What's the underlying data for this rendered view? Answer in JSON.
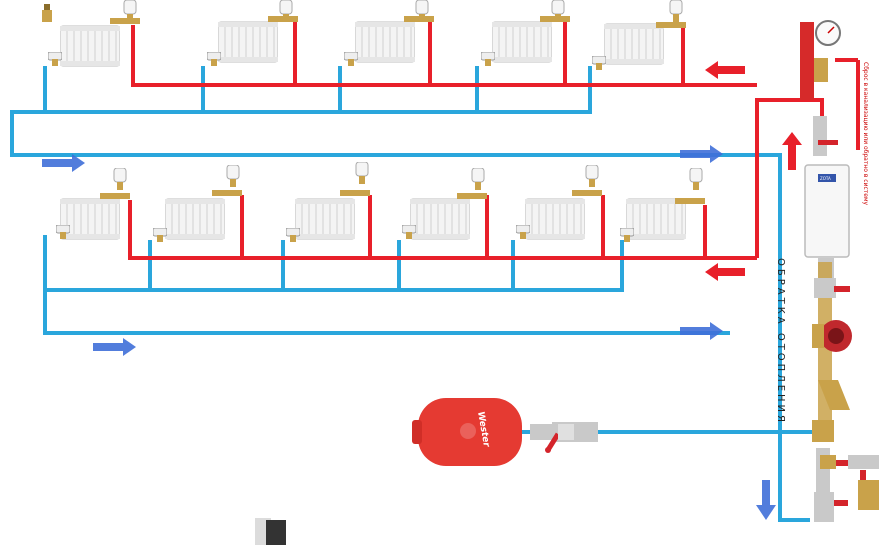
{
  "colors": {
    "supply": "#e8202a",
    "return": "#2aa6dc",
    "arrow_blue": "#3f6fd8",
    "arrow_red": "#e8202a",
    "radiator": "#f2f2f2",
    "brass": "#c9a24a",
    "tank": "#e53a32",
    "valve_handle": "#d4242b",
    "pump": "#c0282d"
  },
  "icons": {
    "radiator": "radiator-icon",
    "thermo_head": "thermostatic-head-icon",
    "expansion_tank": "expansion-tank-icon",
    "boiler": "electric-boiler-icon",
    "pump": "circulation-pump-icon",
    "filter": "strainer-filter-icon",
    "gauge": "pressure-gauge-icon",
    "ball_valve": "ball-valve-icon"
  },
  "labels": {
    "return_label": "ОБРАТКА ОТОПЛЕНИЯ",
    "safety_group": "Сброс в канализацию или обратно в систему",
    "tank_brand": "Wester"
  }
}
